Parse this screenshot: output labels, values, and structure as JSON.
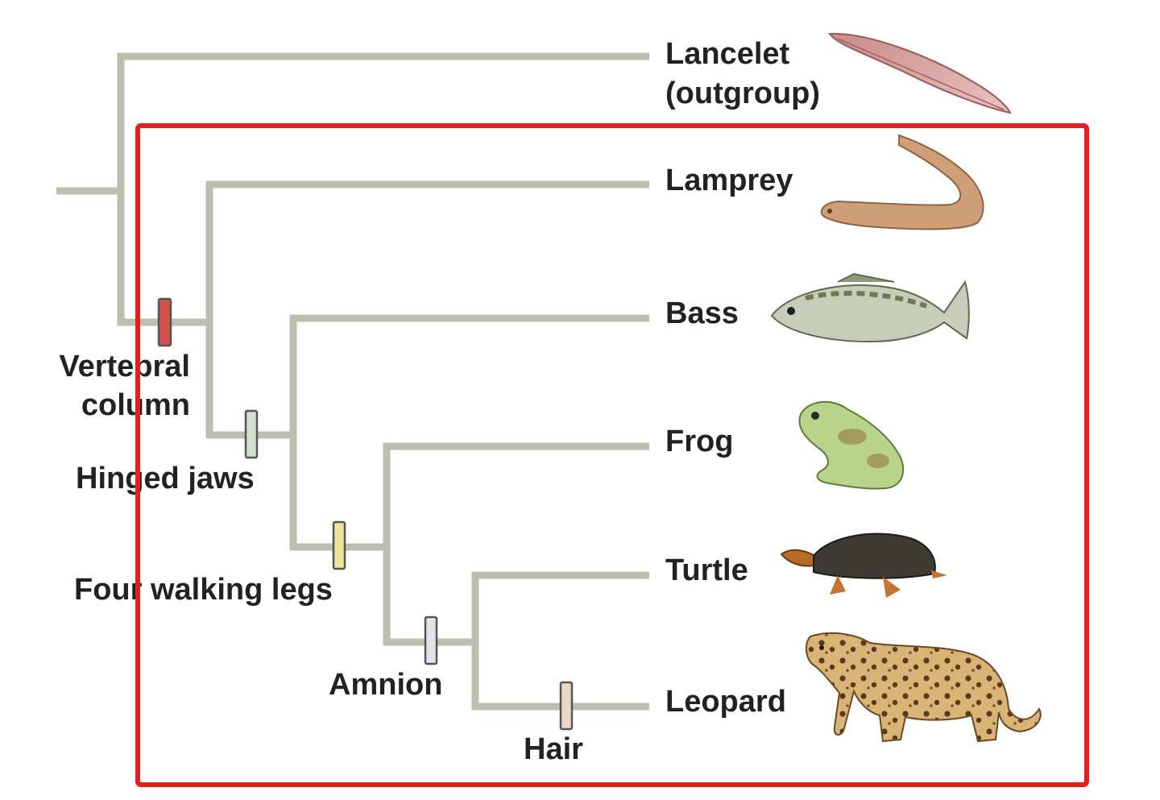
{
  "taxa": [
    {
      "name": "Lancelet",
      "name_line2": "(outgroup)"
    },
    {
      "name": "Lamprey"
    },
    {
      "name": "Bass"
    },
    {
      "name": "Frog"
    },
    {
      "name": "Turtle"
    },
    {
      "name": "Leopard"
    }
  ],
  "traits": [
    {
      "line1": "Vertebral",
      "line2": "column",
      "color": "#d4504f"
    },
    {
      "line1": "Hinged jaws",
      "color": "#d4dfcf"
    },
    {
      "line1": "Four walking legs",
      "color": "#efe29a"
    },
    {
      "line1": "Amnion",
      "color": "#e2e2ea"
    },
    {
      "line1": "Hair",
      "color": "#ead9c6"
    }
  ],
  "colors": {
    "branch": "#bcbfae",
    "highlight_box": "#e3201b"
  },
  "icons": [
    "lancelet-image",
    "lamprey-image",
    "bass-image",
    "frog-image",
    "turtle-image",
    "leopard-image"
  ]
}
